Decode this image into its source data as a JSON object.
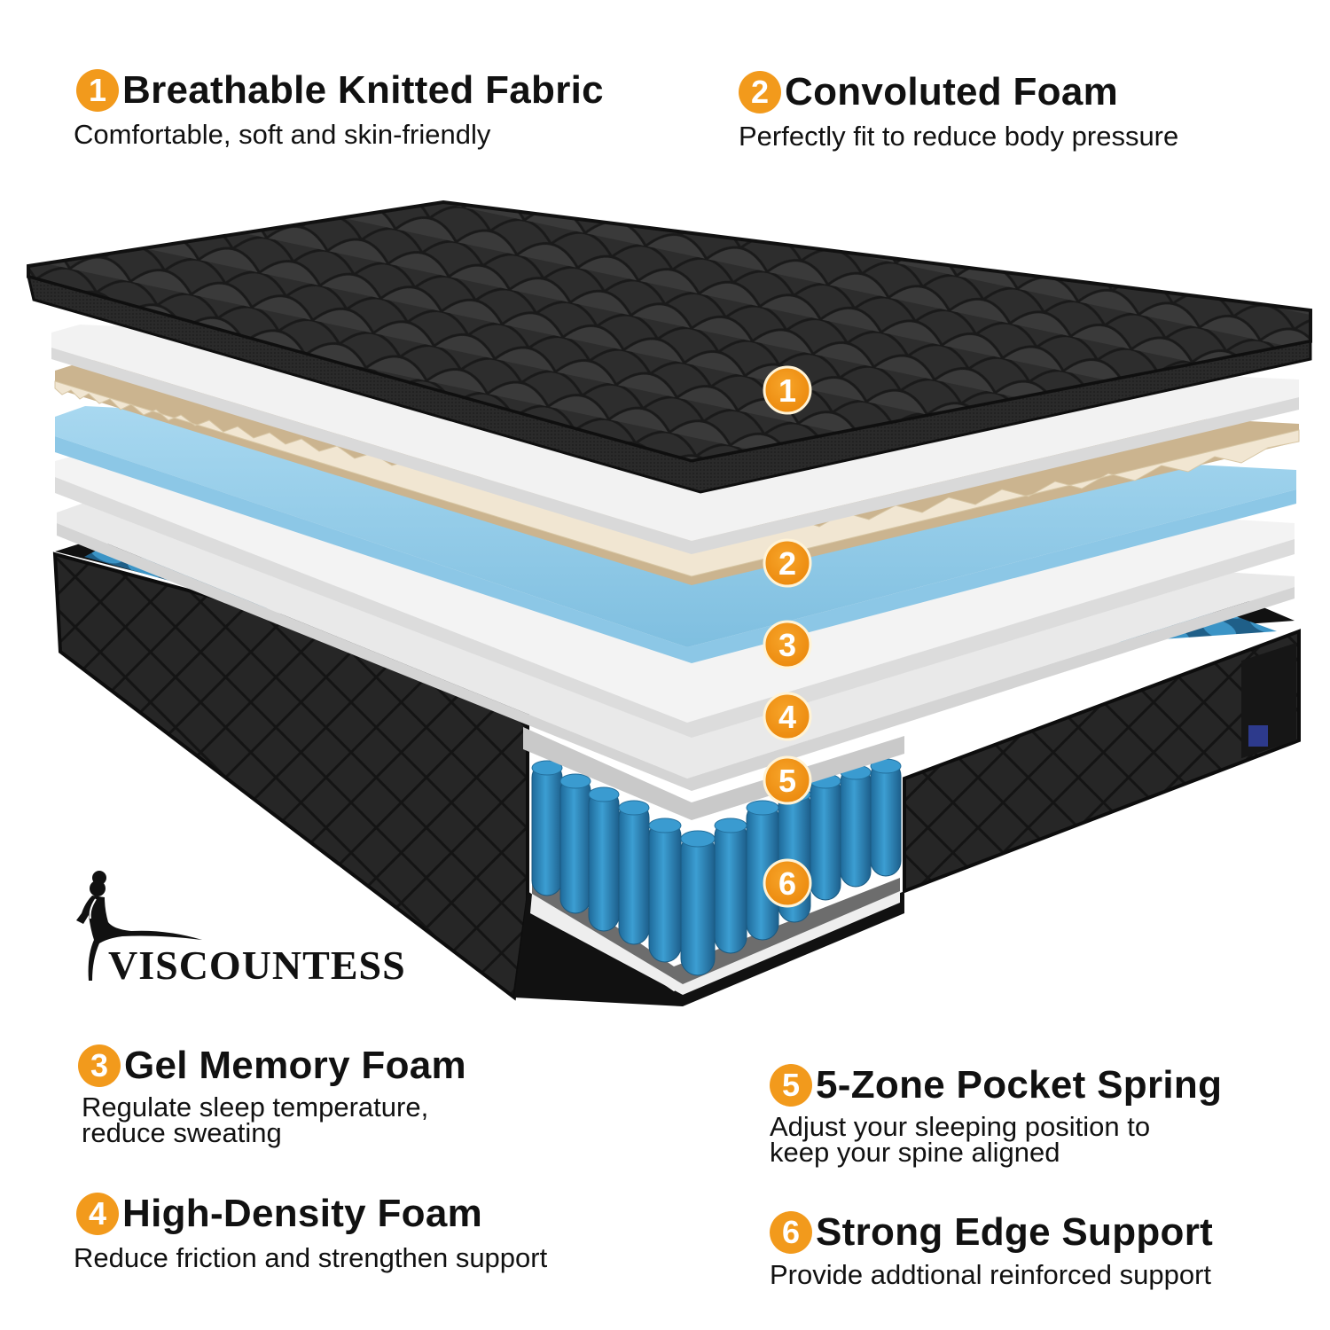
{
  "brand": {
    "name": "VISCOUNTESS",
    "icon": "lady-silhouette-logo-icon"
  },
  "colors": {
    "badge": "#f29a1c",
    "cover": "#2b2b2b",
    "comfort_foam": "#f1f1f1",
    "convoluted_foam": "#d8c29e",
    "gel_foam": "#9fd0ea",
    "high_density_foam": "#ececec",
    "springs": "#2f86b9"
  },
  "features": [
    {
      "number": "1",
      "title": "Breathable Knitted Fabric",
      "description": "Comfortable, soft and skin-friendly"
    },
    {
      "number": "2",
      "title": "Convoluted Foam",
      "description": "Perfectly fit to reduce body pressure"
    },
    {
      "number": "3",
      "title": "Gel Memory Foam",
      "description": "Regulate sleep temperature,\nreduce sweating"
    },
    {
      "number": "4",
      "title": "High-Density Foam",
      "description": "Reduce friction and strengthen support"
    },
    {
      "number": "5",
      "title": "5-Zone Pocket Spring",
      "description": "Adjust your sleeping position to\nkeep your spine aligned"
    },
    {
      "number": "6",
      "title": "Strong Edge Support",
      "description": "Provide addtional reinforced support"
    }
  ],
  "illustration": {
    "markers": [
      "1",
      "2",
      "3",
      "4",
      "5",
      "6"
    ],
    "label_tag": "VISCOUNTESS"
  }
}
